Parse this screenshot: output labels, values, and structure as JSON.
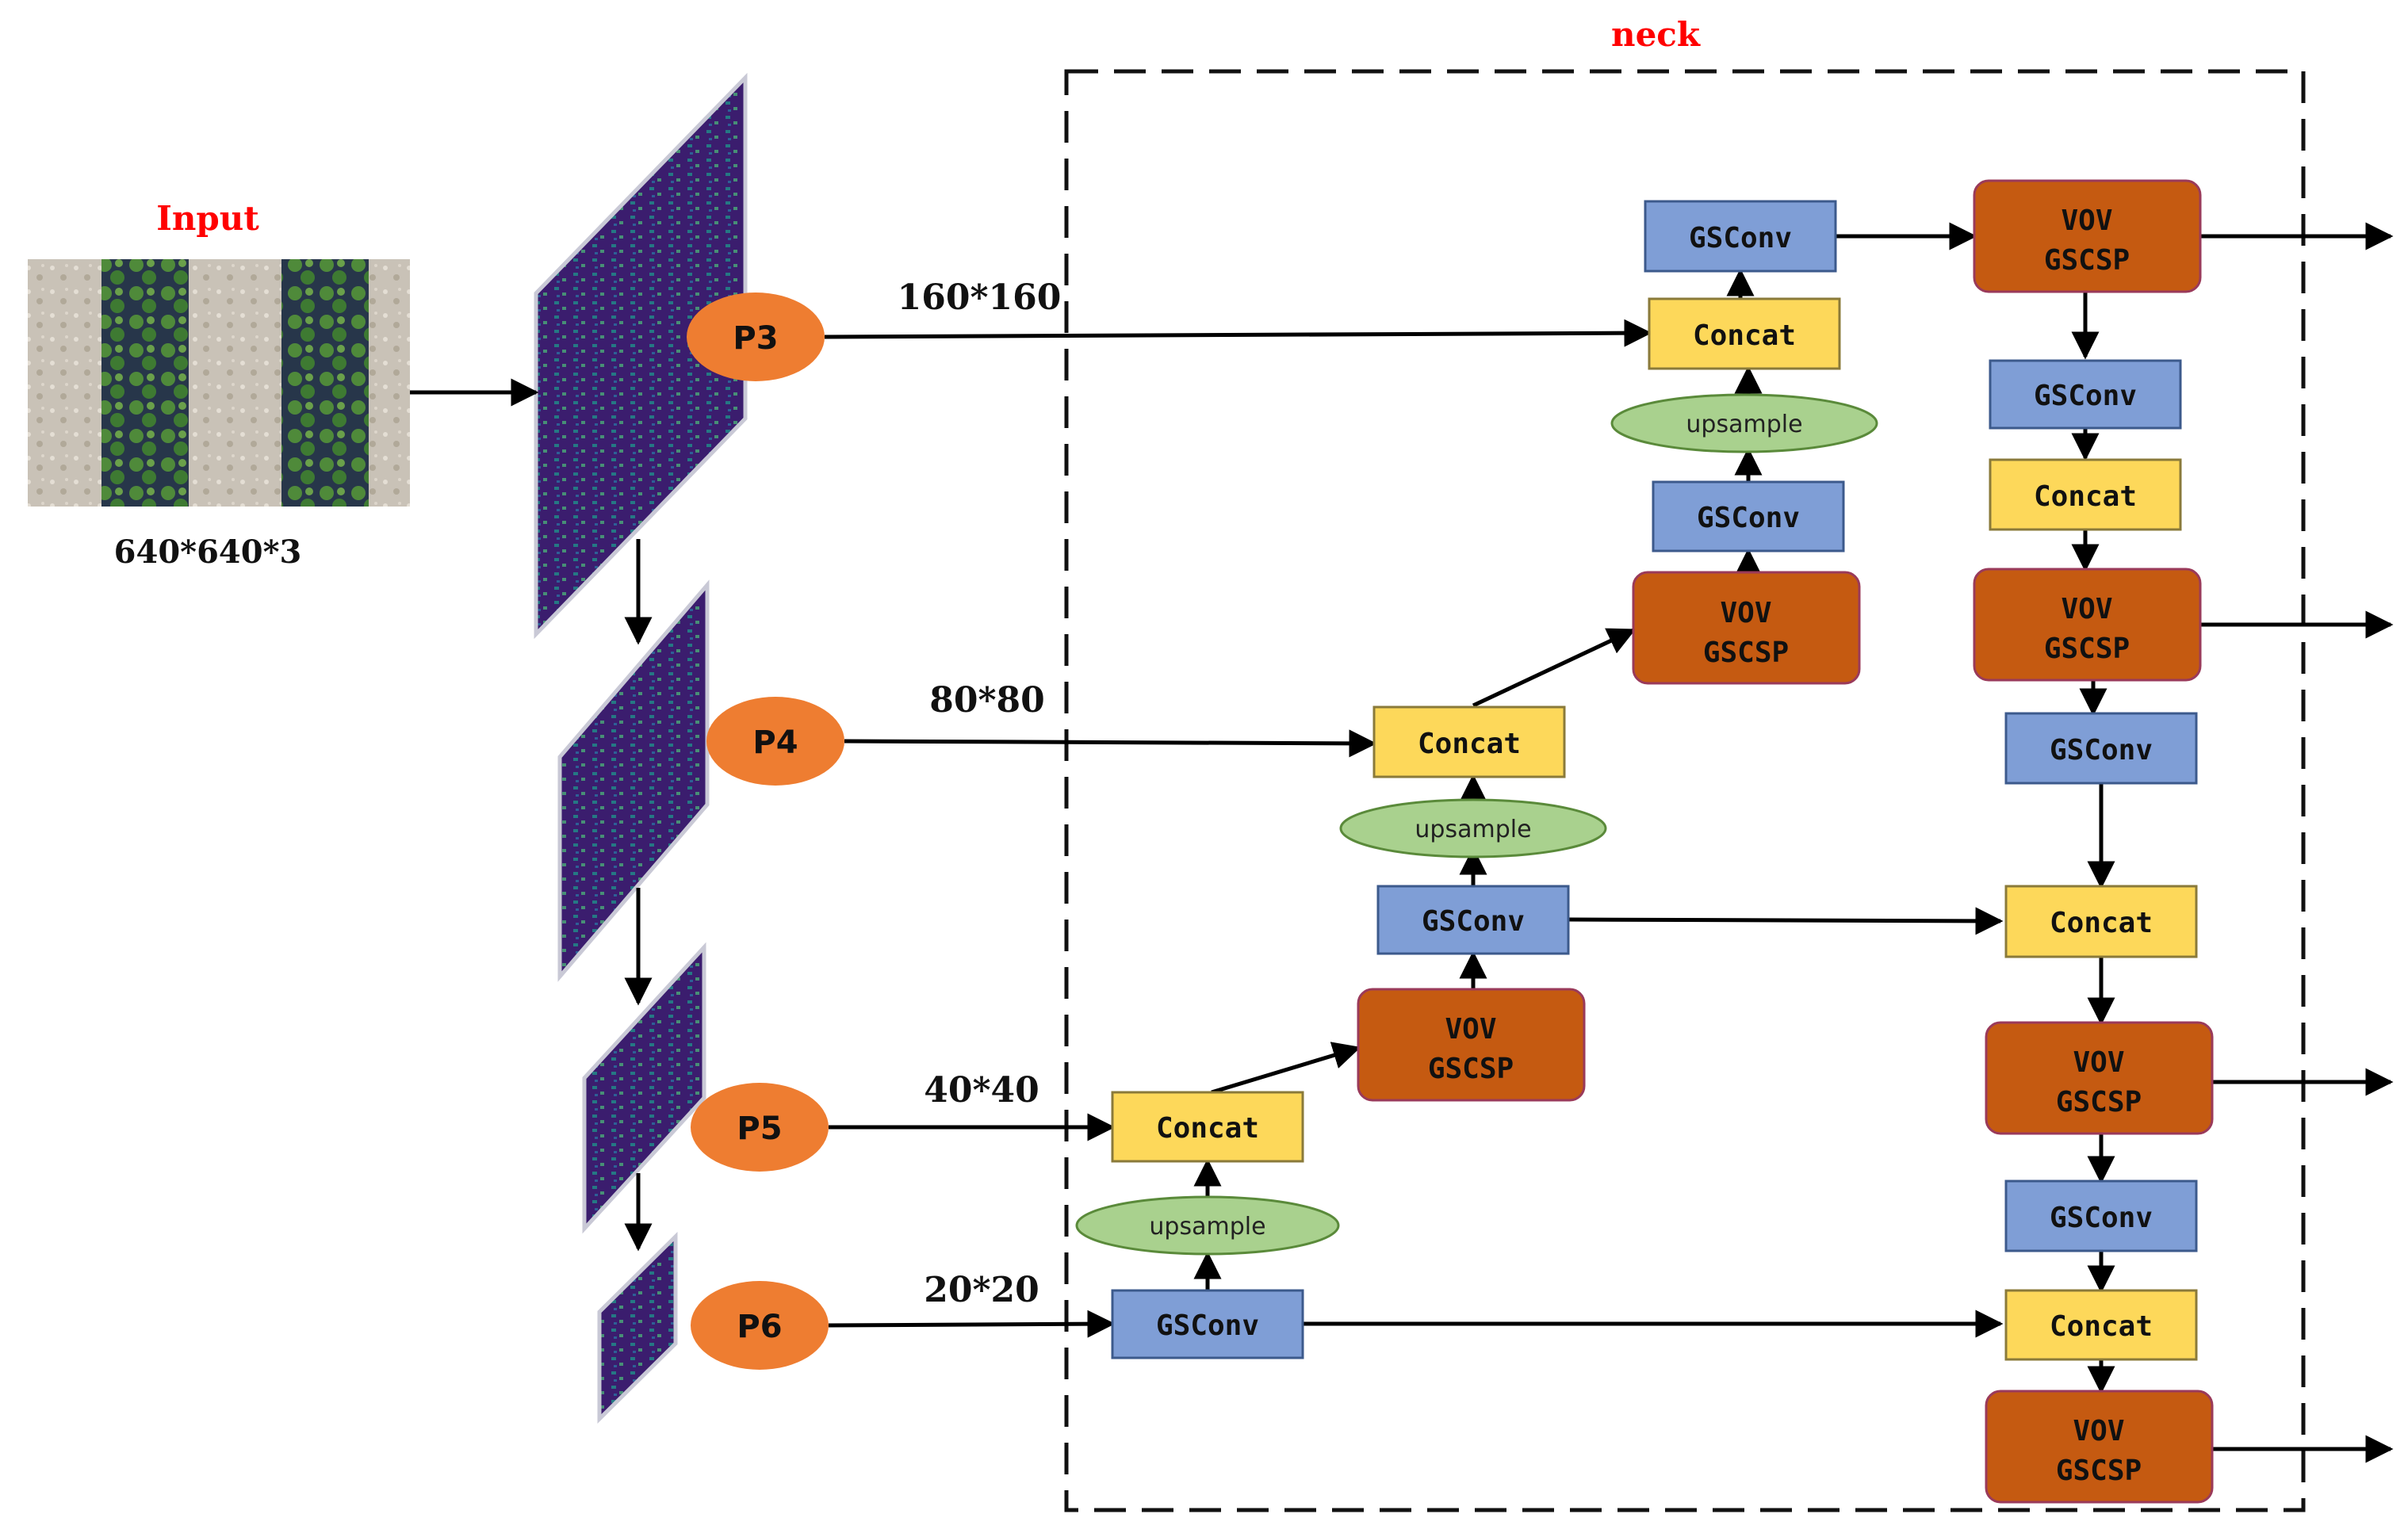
{
  "titles": {
    "input": "Input",
    "neck": "neck",
    "input_size": "640*640*3"
  },
  "pyramid": {
    "p3": "P3",
    "p4": "P4",
    "p5": "P5",
    "p6": "P6"
  },
  "sizes": {
    "s160": "160*160",
    "s80": "80*80",
    "s40": "40*40",
    "s20": "20*20"
  },
  "blocks": {
    "gsconv": "GSConv",
    "concat": "Concat",
    "upsample": "upsample",
    "vov_line1": "VOV",
    "vov_line2": "GSCSP"
  },
  "colors": {
    "accent_red": "#ff0000",
    "p_orange": "#ee7d31",
    "gsconv_blue": "#7f9ed6",
    "gsconv_border": "#3c5a8c",
    "concat_yellow": "#fdd85a",
    "concat_border": "#8a7a3a",
    "upsample_green": "#a9d18e",
    "upsample_border": "#5a8a3a",
    "vov_brown": "#c55a11",
    "vov_border": "#9a3a5a",
    "feature_purple": "#3b1d6e",
    "feature_teal": "#2aa88a"
  }
}
